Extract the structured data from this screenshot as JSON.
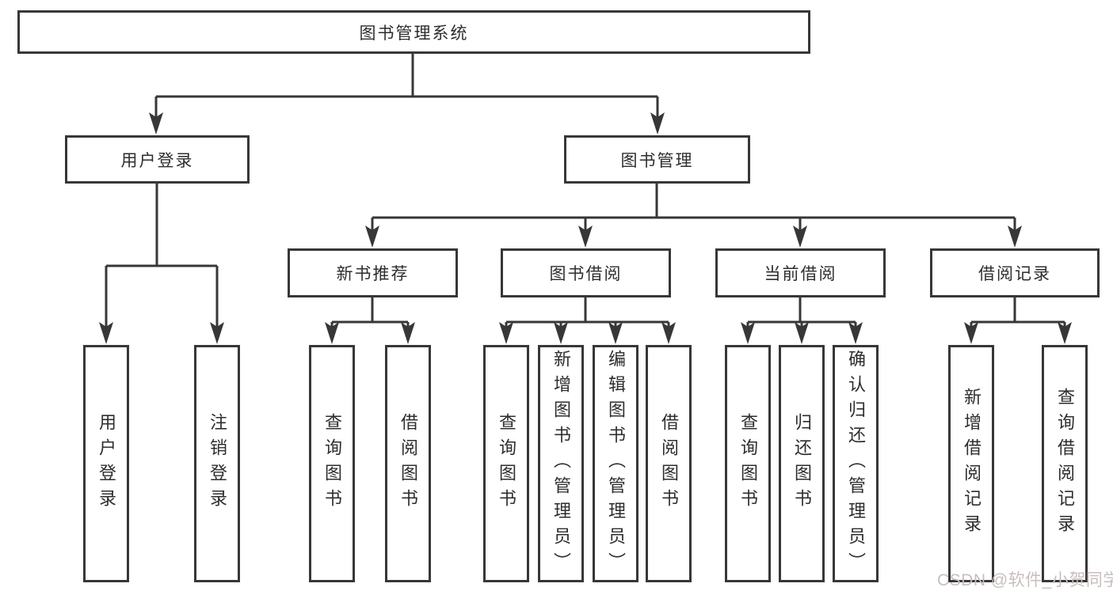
{
  "diagram": {
    "root": {
      "label": "图书管理系统"
    },
    "branches": [
      {
        "label": "用户登录",
        "children": [
          {
            "label": "用户登录"
          },
          {
            "label": "注销登录"
          }
        ]
      },
      {
        "label": "图书管理",
        "children": [
          {
            "label": "新书推荐",
            "children": [
              {
                "label": "查询图书"
              },
              {
                "label": "借阅图书"
              }
            ]
          },
          {
            "label": "图书借阅",
            "children": [
              {
                "label": "查询图书"
              },
              {
                "label": "新增图书（管理员）"
              },
              {
                "label": "编辑图书（管理员）"
              },
              {
                "label": "借阅图书"
              }
            ]
          },
          {
            "label": "当前借阅",
            "children": [
              {
                "label": "查询图书"
              },
              {
                "label": "归还图书"
              },
              {
                "label": "确认归还（管理员）"
              }
            ]
          },
          {
            "label": "借阅记录",
            "children": [
              {
                "label": "新增借阅记录"
              },
              {
                "label": "查询借阅记录"
              }
            ]
          }
        ]
      }
    ]
  },
  "colors": {
    "line": "#373737",
    "text": "#2d2d2d",
    "watermark": "#c8bebc"
  },
  "watermark": {
    "text": "CSDN @软件_小贺同学"
  }
}
